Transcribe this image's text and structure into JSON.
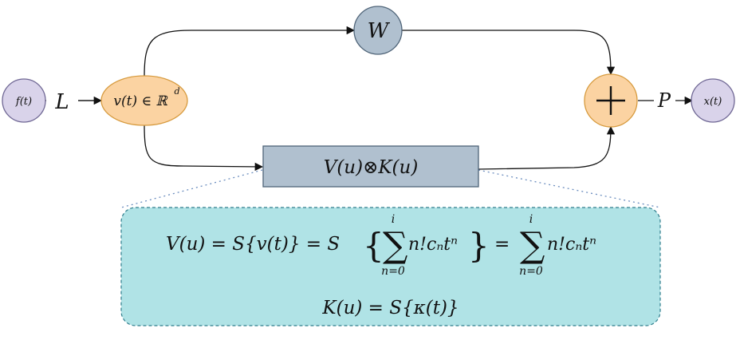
{
  "nodes": {
    "input": "f(t)",
    "hidden": "v(t) ∈ ℝ",
    "hidden_sup": "d",
    "weight": "W",
    "sum": "+",
    "output": "x(t)",
    "conv": "V(u)⊗K(u)"
  },
  "edges": {
    "lift": "L",
    "project": "P"
  },
  "equations": {
    "v_lhs": "V(u) = S{v(t)} = S",
    "v_sum_upper": "i",
    "v_sum_lower": "n=0",
    "v_term": "n!cₙtⁿ",
    "equals": "=",
    "k_line": "K(u) = S{κ(t)}"
  },
  "colors": {
    "purple_fill": "#d9d3ea",
    "purple_stroke": "#6f6794",
    "orange_fill": "#fbd3a2",
    "orange_stroke": "#d79b3f",
    "steel_fill": "#b0c0cf",
    "steel_stroke": "#4f6478",
    "teal_fill": "#b0e3e6",
    "teal_stroke": "#2f7d8c",
    "dotted": "#6c8ebf"
  }
}
